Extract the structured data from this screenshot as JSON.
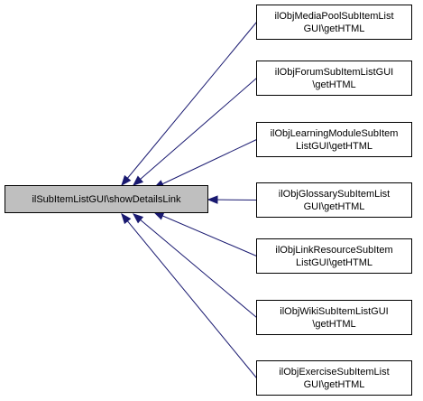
{
  "diagram": {
    "type": "caller-graph",
    "colors": {
      "edge": "#191970",
      "root_fill": "#bfbfbf",
      "node_fill": "#ffffff",
      "border": "#000000"
    },
    "root": {
      "lines": [
        "ilSubItemListGUI\\showDetailsLink"
      ]
    },
    "callers": [
      {
        "lines": [
          "ilObjMediaPoolSubItemList",
          "GUI\\getHTML"
        ]
      },
      {
        "lines": [
          "ilObjForumSubItemListGUI",
          "\\getHTML"
        ]
      },
      {
        "lines": [
          "ilObjLearningModuleSubItem",
          "ListGUI\\getHTML"
        ]
      },
      {
        "lines": [
          "ilObjGlossarySubItemList",
          "GUI\\getHTML"
        ]
      },
      {
        "lines": [
          "ilObjLinkResourceSubItem",
          "ListGUI\\getHTML"
        ]
      },
      {
        "lines": [
          "ilObjWikiSubItemListGUI",
          "\\getHTML"
        ]
      },
      {
        "lines": [
          "ilObjExerciseSubItemList",
          "GUI\\getHTML"
        ]
      }
    ]
  }
}
